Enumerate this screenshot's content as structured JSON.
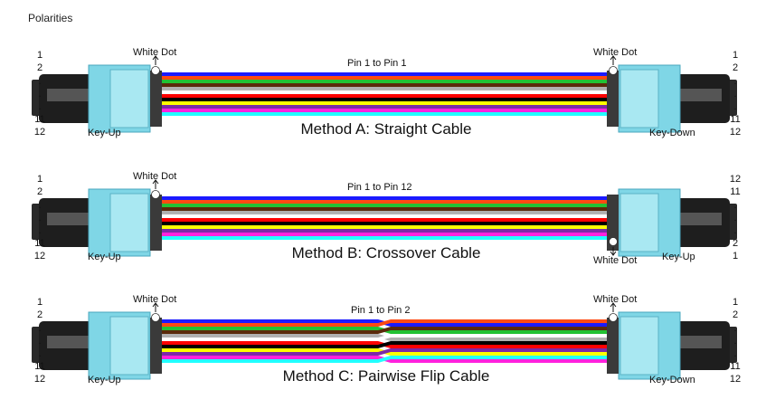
{
  "title": "Polarities",
  "wire_colors": [
    "#1a1aff",
    "#ff4a12",
    "#22c233",
    "#5a2a0a",
    "#b0b0b0",
    "#ffffff",
    "#ff0000",
    "#000000",
    "#ffff00",
    "#7a2aa8",
    "#ff22dd",
    "#22ffff"
  ],
  "connector_color": "#7fd6e6",
  "sections": [
    {
      "method": "Method A: Straight Cable",
      "pin_label": "Pin 1 to Pin 1",
      "left_dot": "White Dot",
      "right_dot": "White Dot",
      "left_key": "Key-Up",
      "right_key": "Key-Down",
      "right_flipped": false,
      "pairwise": false,
      "left_numbers": [
        "1",
        "2",
        ".",
        ".",
        ".",
        "11",
        "12"
      ],
      "right_numbers": [
        "1",
        "2",
        ".",
        ".",
        ".",
        "11",
        "12"
      ]
    },
    {
      "method": "Method B: Crossover Cable",
      "pin_label": "Pin 1 to Pin 12",
      "left_dot": "White Dot",
      "right_dot": "White Dot",
      "left_key": "Key-Up",
      "right_key": "Key-Up",
      "right_flipped": true,
      "pairwise": false,
      "left_numbers": [
        "1",
        "2",
        ".",
        ".",
        ".",
        "11",
        "12"
      ],
      "right_numbers": [
        "12",
        "11",
        ".",
        ".",
        ".",
        "2",
        "1"
      ]
    },
    {
      "method": "Method C: Pairwise Flip Cable",
      "pin_label": "Pin 1 to Pin 2",
      "left_dot": "White Dot",
      "right_dot": "White Dot",
      "left_key": "Key-Up",
      "right_key": "Key-Down",
      "right_flipped": false,
      "pairwise": true,
      "left_numbers": [
        "1",
        "2",
        ".",
        ".",
        ".",
        "11",
        "12"
      ],
      "right_numbers": [
        "1",
        "2",
        ".",
        ".",
        ".",
        "11",
        "12"
      ]
    }
  ]
}
